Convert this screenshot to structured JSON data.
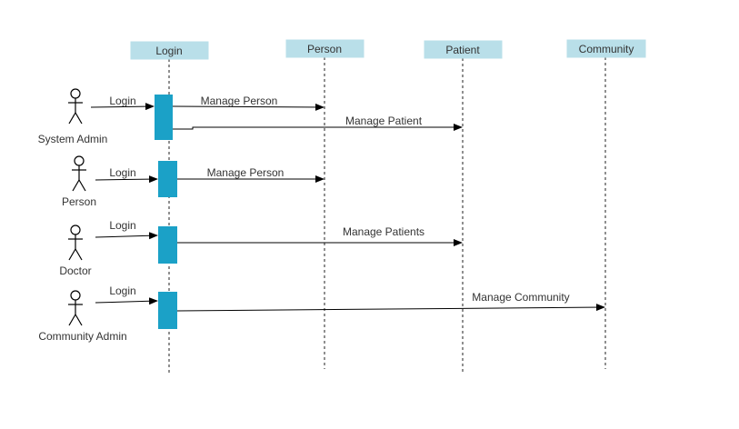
{
  "colors": {
    "lifeline_header_fill": "#b9dfe9",
    "lifeline_header_stroke": "#b9dfe9",
    "activation_fill": "#1ba1c7",
    "line": "#000000",
    "lifeline_dash": "#555555",
    "text": "#333333"
  },
  "lifelines": [
    {
      "id": "login",
      "label": "Login"
    },
    {
      "id": "person",
      "label": "Person"
    },
    {
      "id": "patient",
      "label": "Patient"
    },
    {
      "id": "community",
      "label": "Community"
    }
  ],
  "actors": [
    {
      "id": "system_admin",
      "label": "System Admin",
      "icon": "stick-figure-icon"
    },
    {
      "id": "person",
      "label": "Person",
      "icon": "stick-figure-icon"
    },
    {
      "id": "doctor",
      "label": "Doctor",
      "icon": "stick-figure-icon"
    },
    {
      "id": "community_admin",
      "label": "Community Admin",
      "icon": "stick-figure-icon"
    }
  ],
  "messages": [
    {
      "from": "system_admin",
      "to": "login",
      "label": "Login"
    },
    {
      "from": "login",
      "to": "person",
      "label": "Manage Person"
    },
    {
      "from": "login",
      "to": "patient",
      "label": "Manage Patient"
    },
    {
      "from": "person",
      "to": "login",
      "label": "Login"
    },
    {
      "from": "login",
      "to": "person",
      "label": "Manage Person"
    },
    {
      "from": "doctor",
      "to": "login",
      "label": "Login"
    },
    {
      "from": "login",
      "to": "patient",
      "label": "Manage Patients"
    },
    {
      "from": "community_admin",
      "to": "login",
      "label": "Login"
    },
    {
      "from": "login",
      "to": "community",
      "label": "Manage Community"
    }
  ]
}
